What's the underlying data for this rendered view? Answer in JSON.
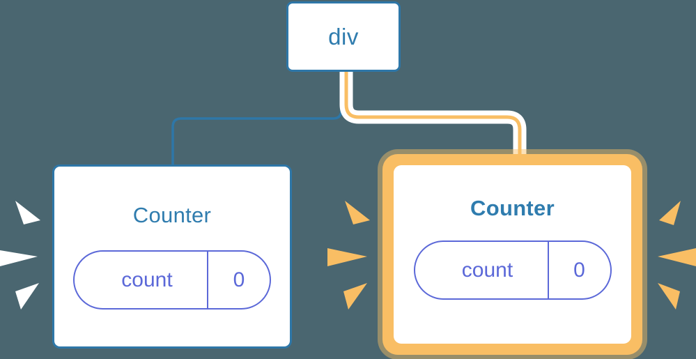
{
  "diagram": {
    "type": "component-tree",
    "background_color": "#4a6670",
    "title_text_color": "#2f7cae",
    "state_color": "#5b68d8",
    "edge_color": "#2e77a8",
    "highlight_color": "#f9be64",
    "highlight_halo_color": "#fbdcac"
  },
  "root": {
    "label": "div",
    "border_color": "#2e77a8"
  },
  "nodes": [
    {
      "id": "counter-left",
      "title": "Counter",
      "state_key": "count",
      "state_value": "0",
      "highlighted": false,
      "burst_color": "#ffffff"
    },
    {
      "id": "counter-right",
      "title": "Counter",
      "state_key": "count",
      "state_value": "0",
      "highlighted": true,
      "burst_color": "#f9be64"
    }
  ],
  "edges": [
    {
      "from": "div",
      "to": "counter-left",
      "color": "#2e77a8",
      "highlighted": false
    },
    {
      "from": "div",
      "to": "counter-right",
      "color": "#f9be64",
      "highlighted": true
    }
  ]
}
